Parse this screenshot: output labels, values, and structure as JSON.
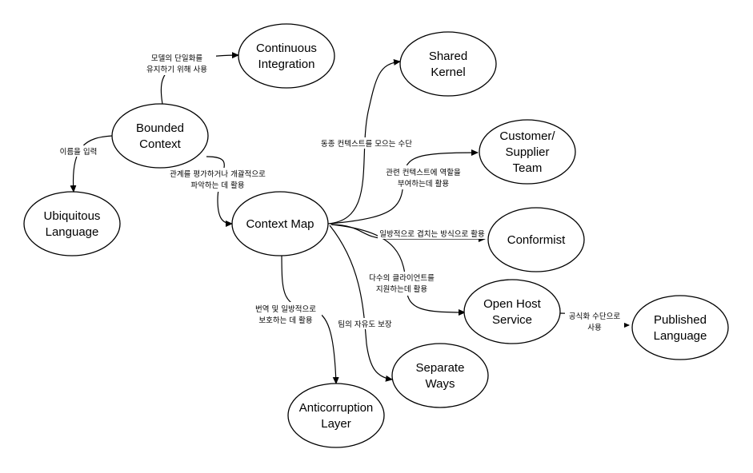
{
  "nodes": {
    "bounded_context": [
      "Bounded",
      "Context"
    ],
    "continuous_integration": [
      "Continuous",
      "Integration"
    ],
    "ubiquitous_language": [
      "Ubiquitous",
      "Language"
    ],
    "context_map": [
      "Context Map"
    ],
    "shared_kernel": [
      "Shared",
      "Kernel"
    ],
    "customer_supplier_team": [
      "Customer/",
      "Supplier",
      "Team"
    ],
    "conformist": [
      "Conformist"
    ],
    "open_host_service": [
      "Open Host",
      "Service"
    ],
    "published_language": [
      "Published",
      "Language"
    ],
    "separate_ways": [
      "Separate",
      "Ways"
    ],
    "anticorruption_layer": [
      "Anticorruption",
      "Layer"
    ]
  },
  "edges": {
    "bc_to_ci": [
      "모델의 단일화를",
      "유지하기 위해 사용"
    ],
    "bc_to_ul": [
      "이름을 입력"
    ],
    "bc_to_cm": [
      "관계를 평가하거나 개괄적으로",
      "파악하는 데 활용"
    ],
    "cm_to_sk": [
      "동종 컨텍스트를 모으는 수단"
    ],
    "cm_to_cst": [
      "관련 컨텍스트에 역할을",
      "부여하는데 활용"
    ],
    "cm_to_conf": [
      "일방적으로 겹치는 방식으로 활용"
    ],
    "cm_to_ohs": [
      "다수의 클라이언트를",
      "지원하는데 활용"
    ],
    "ohs_to_pl": [
      "공식화 수단으로",
      "사용"
    ],
    "cm_to_sw": [
      "팀의 자유도 보장"
    ],
    "cm_to_acl": [
      "번역 및 일방적으로",
      "보호하는 데 활용"
    ]
  }
}
